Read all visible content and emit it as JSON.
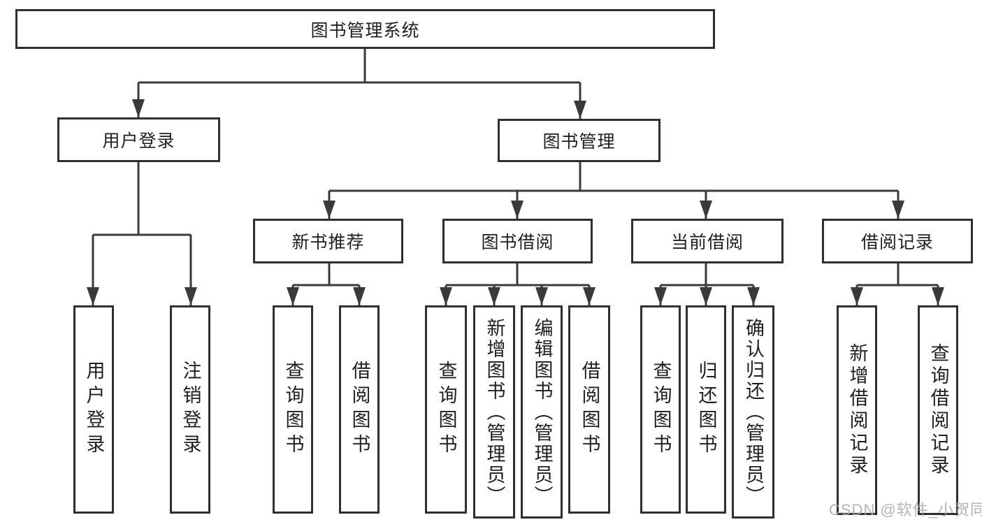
{
  "tree": {
    "label": "图书管理系统",
    "children": [
      {
        "label": "用户登录",
        "children": [
          {
            "label": "用户登录"
          },
          {
            "label": "注销登录"
          }
        ]
      },
      {
        "label": "图书管理",
        "children": [
          {
            "label": "新书推荐",
            "children": [
              {
                "label": "查询图书"
              },
              {
                "label": "借阅图书"
              }
            ]
          },
          {
            "label": "图书借阅",
            "children": [
              {
                "label": "查询图书"
              },
              {
                "label": "新增图书（管理员）"
              },
              {
                "label": "编辑图书（管理员）"
              },
              {
                "label": "借阅图书"
              }
            ]
          },
          {
            "label": "当前借阅",
            "children": [
              {
                "label": "查询图书"
              },
              {
                "label": "归还图书"
              },
              {
                "label": "确认归还（管理员）"
              }
            ]
          },
          {
            "label": "借阅记录",
            "children": [
              {
                "label": "新增借阅记录"
              },
              {
                "label": "查询借阅记录"
              }
            ]
          }
        ]
      }
    ]
  },
  "watermark": "CSDN @软件_小贺同学",
  "colors": {
    "line": "#3a3a3a",
    "box_border": "#2f2f2f",
    "box_fill": "#ffffff",
    "text": "#1f1f1f",
    "watermark": "#a8a8a8",
    "background": "#ffffff"
  }
}
